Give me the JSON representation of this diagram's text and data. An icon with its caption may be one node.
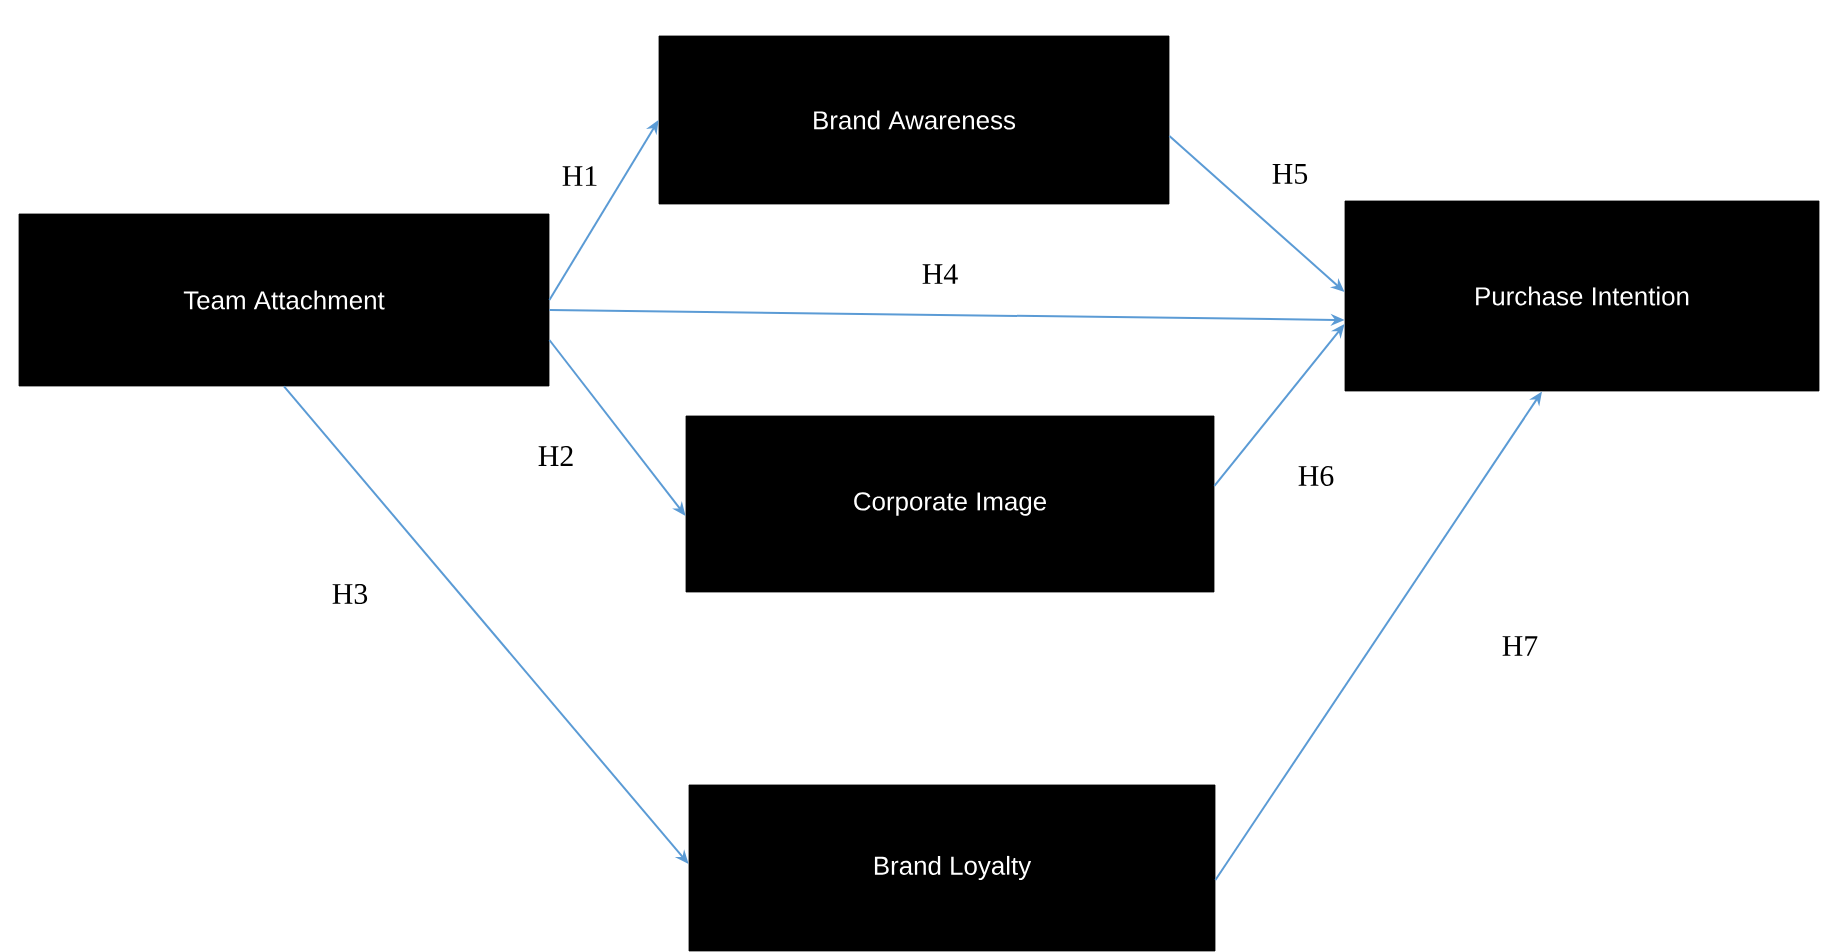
{
  "diagram": {
    "nodes": [
      {
        "text": [
          "Team Attachment"
        ]
      },
      {
        "text": [
          "Brand Awareness"
        ]
      },
      {
        "text": [
          "Corporate Image"
        ]
      },
      {
        "text": [
          "Purchase Intention"
        ]
      },
      {
        "text": [
          "Brand Loyalty"
        ]
      }
    ],
    "edges": [
      {
        "from": 0,
        "to": 1,
        "arrow": "to",
        "label": "H1"
      },
      {
        "from": 0,
        "to": 3,
        "arrow": "to",
        "label": "H4"
      },
      {
        "from": 0,
        "to": 2,
        "arrow": "to",
        "label": "H2"
      },
      {
        "from": 0,
        "to": 4,
        "arrow": "to",
        "label": "H3"
      },
      {
        "from": 1,
        "to": 3,
        "arrow": "to",
        "label": "H5"
      },
      {
        "from": 2,
        "to": 3,
        "arrow": "to",
        "label": "H6"
      },
      {
        "from": 4,
        "to": 3,
        "arrow": "to",
        "label": "H7"
      }
    ]
  }
}
